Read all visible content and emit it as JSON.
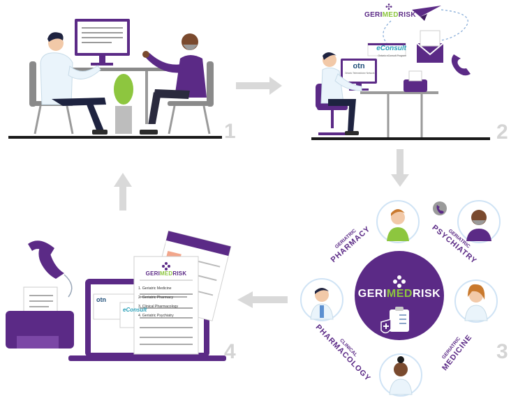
{
  "steps": [
    "1",
    "2",
    "3",
    "4"
  ],
  "brand": {
    "prefix": "GERI",
    "mid": "MED",
    "suffix": "RISK"
  },
  "econsult": {
    "name": "eConsult",
    "tagline": "Ontario eConsult Program"
  },
  "otn": {
    "name": "otn",
    "tagline": "Ontario Telemedicine Network"
  },
  "specialties": {
    "pharmacy": [
      "GERIATRIC",
      "PHARMACY"
    ],
    "psychiatry": [
      "GERIATRIC",
      "PSYCHIATRY"
    ],
    "pharmacology": [
      "CLINICAL",
      "PHARMACOLOGY"
    ],
    "medicine": [
      "GERIATRIC",
      "MEDICINE"
    ]
  },
  "report": {
    "items": [
      "1. Geriatric Medicine",
      "2. Geriatric Pharmacy",
      "3. Clinical Pharmacology",
      "4. Geriatric Psychiatry"
    ],
    "sheet_title": "Recommendations"
  },
  "colors": {
    "purple": "#5b2a86",
    "green": "#8dc63f",
    "arrow_gray": "#d9d9d9"
  }
}
